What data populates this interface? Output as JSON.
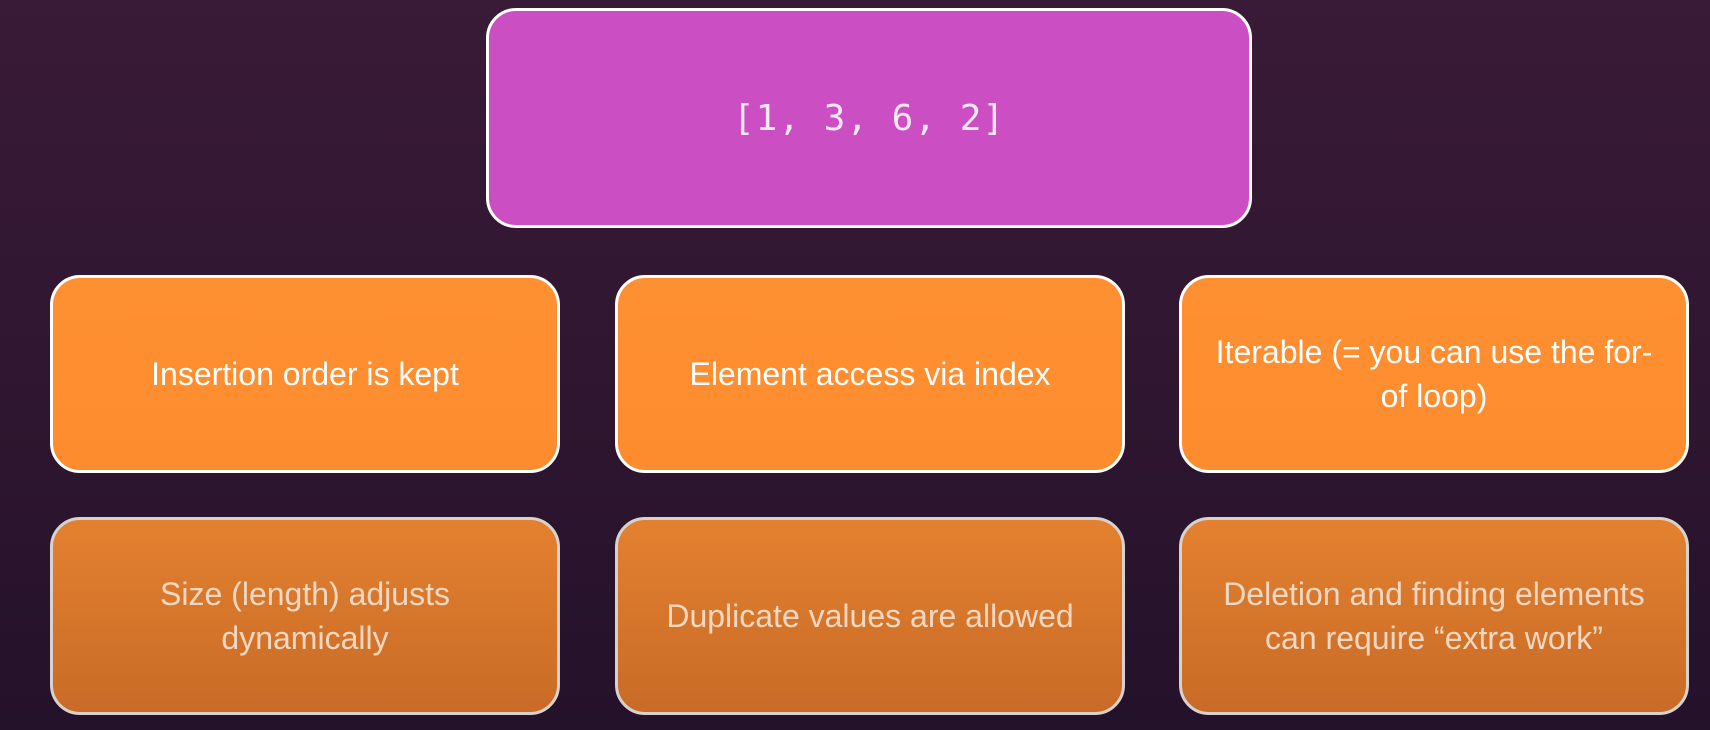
{
  "top": {
    "array_label": "[1, 3, 6, 2]"
  },
  "row1": [
    {
      "text": "Insertion order is kept"
    },
    {
      "text": "Element access via index"
    },
    {
      "text": "Iterable (= you can use the for-of loop)"
    }
  ],
  "row2": [
    {
      "text": "Size (length) adjusts dynamically"
    },
    {
      "text": "Duplicate values are allowed"
    },
    {
      "text": "Deletion and finding elements can require “extra work”"
    }
  ],
  "colors": {
    "background": "#331832",
    "array_box": "#cb4fc3",
    "feature_box": "#ff9031",
    "feature_box_muted": "#d9792c",
    "border": "#ffffff"
  }
}
